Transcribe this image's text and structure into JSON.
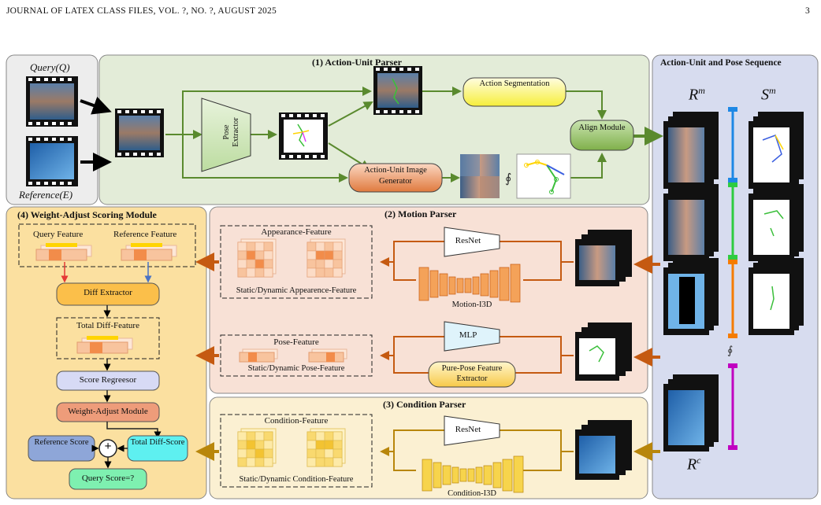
{
  "header": {
    "journal": "JOURNAL OF LATEX CLASS FILES, VOL. ?, NO. ?, AUGUST 2025",
    "page_number": "3"
  },
  "inputs": {
    "query_label": "Query(Q)",
    "reference_label": "Reference(E)"
  },
  "parser1": {
    "title": "(1)  Action-Unit Parser",
    "pose_extractor": "Pose Extractor",
    "action_segmentation": "Action Segmentation",
    "align_module": "Align Module",
    "au_image_generator": "Action-Unit Image Generator"
  },
  "sequence_panel": {
    "title": "Action-Unit and Pose Sequence",
    "rm": "R",
    "rm_sup": "m",
    "sm": "S",
    "sm_sup": "m",
    "rc": "R",
    "rc_sup": "c"
  },
  "parser2": {
    "title": "(2)  Motion Parser",
    "appearance_feature": "Appearance-Feature",
    "appearance_caption": "Static/Dynamic Appearence-Feature",
    "resnet": "ResNet",
    "motion_i3d": "Motion-I3D",
    "pose_feature": "Pose-Feature",
    "pose_caption": "Static/Dynamic Pose-Feature",
    "mlp": "MLP",
    "pure_pose_extractor": "Pure-Pose Feature Extractor"
  },
  "parser3": {
    "title": "(3)  Condition Parser",
    "condition_feature": "Condition-Feature",
    "condition_caption": "Static/Dynamic Condition-Feature",
    "resnet": "ResNet",
    "condition_i3d": "Condition-I3D"
  },
  "module4": {
    "title": "(4)  Weight-Adjust Scoring Module",
    "query_feature": "Query Feature",
    "reference_feature": "Reference Feature",
    "diff_extractor": "Diff Extractor",
    "total_diff_feature": "Total Diff-Feature",
    "score_regressor": "Score Regreesor",
    "weight_adjust": "Weight-Adjust Module",
    "reference_score": "Reference Score",
    "total_diff_score": "Total Diff-Score",
    "plus": "+",
    "query_score": "Query Score=?"
  },
  "colors": {
    "panel_gray": "#ededed",
    "parser1_green": "#e3ecd8",
    "sequence_blue": "#d7dcef",
    "motion_peach": "#f8e1d6",
    "condition_cream": "#fbf0d2",
    "scoring_yellow": "#fbe0a0",
    "arrow_green": "#5a8a2e",
    "arrow_orange": "#c55a11",
    "arrow_gold": "#b8860b",
    "blue_bar": "#1e88e5",
    "green_bar": "#2ecc40",
    "orange_bar": "#f57c00",
    "magenta_bar": "#c000c0"
  }
}
